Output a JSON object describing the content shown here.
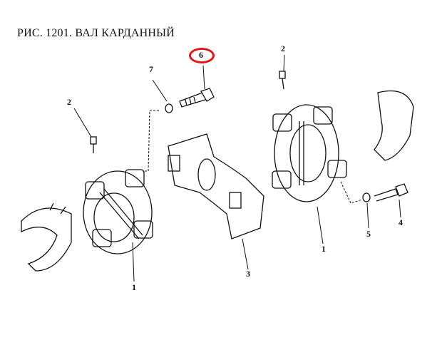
{
  "title": "РИС. 1201. ВАЛ КАРДАННЫЙ",
  "callouts": {
    "c6": "6",
    "c7": "7",
    "c2_left": "2",
    "c2_right": "2",
    "c3": "3",
    "c1_left": "1",
    "c1_right": "1",
    "c5": "5",
    "c4": "4"
  },
  "highlight_color": "#e01818",
  "highlighted_callout": "6"
}
